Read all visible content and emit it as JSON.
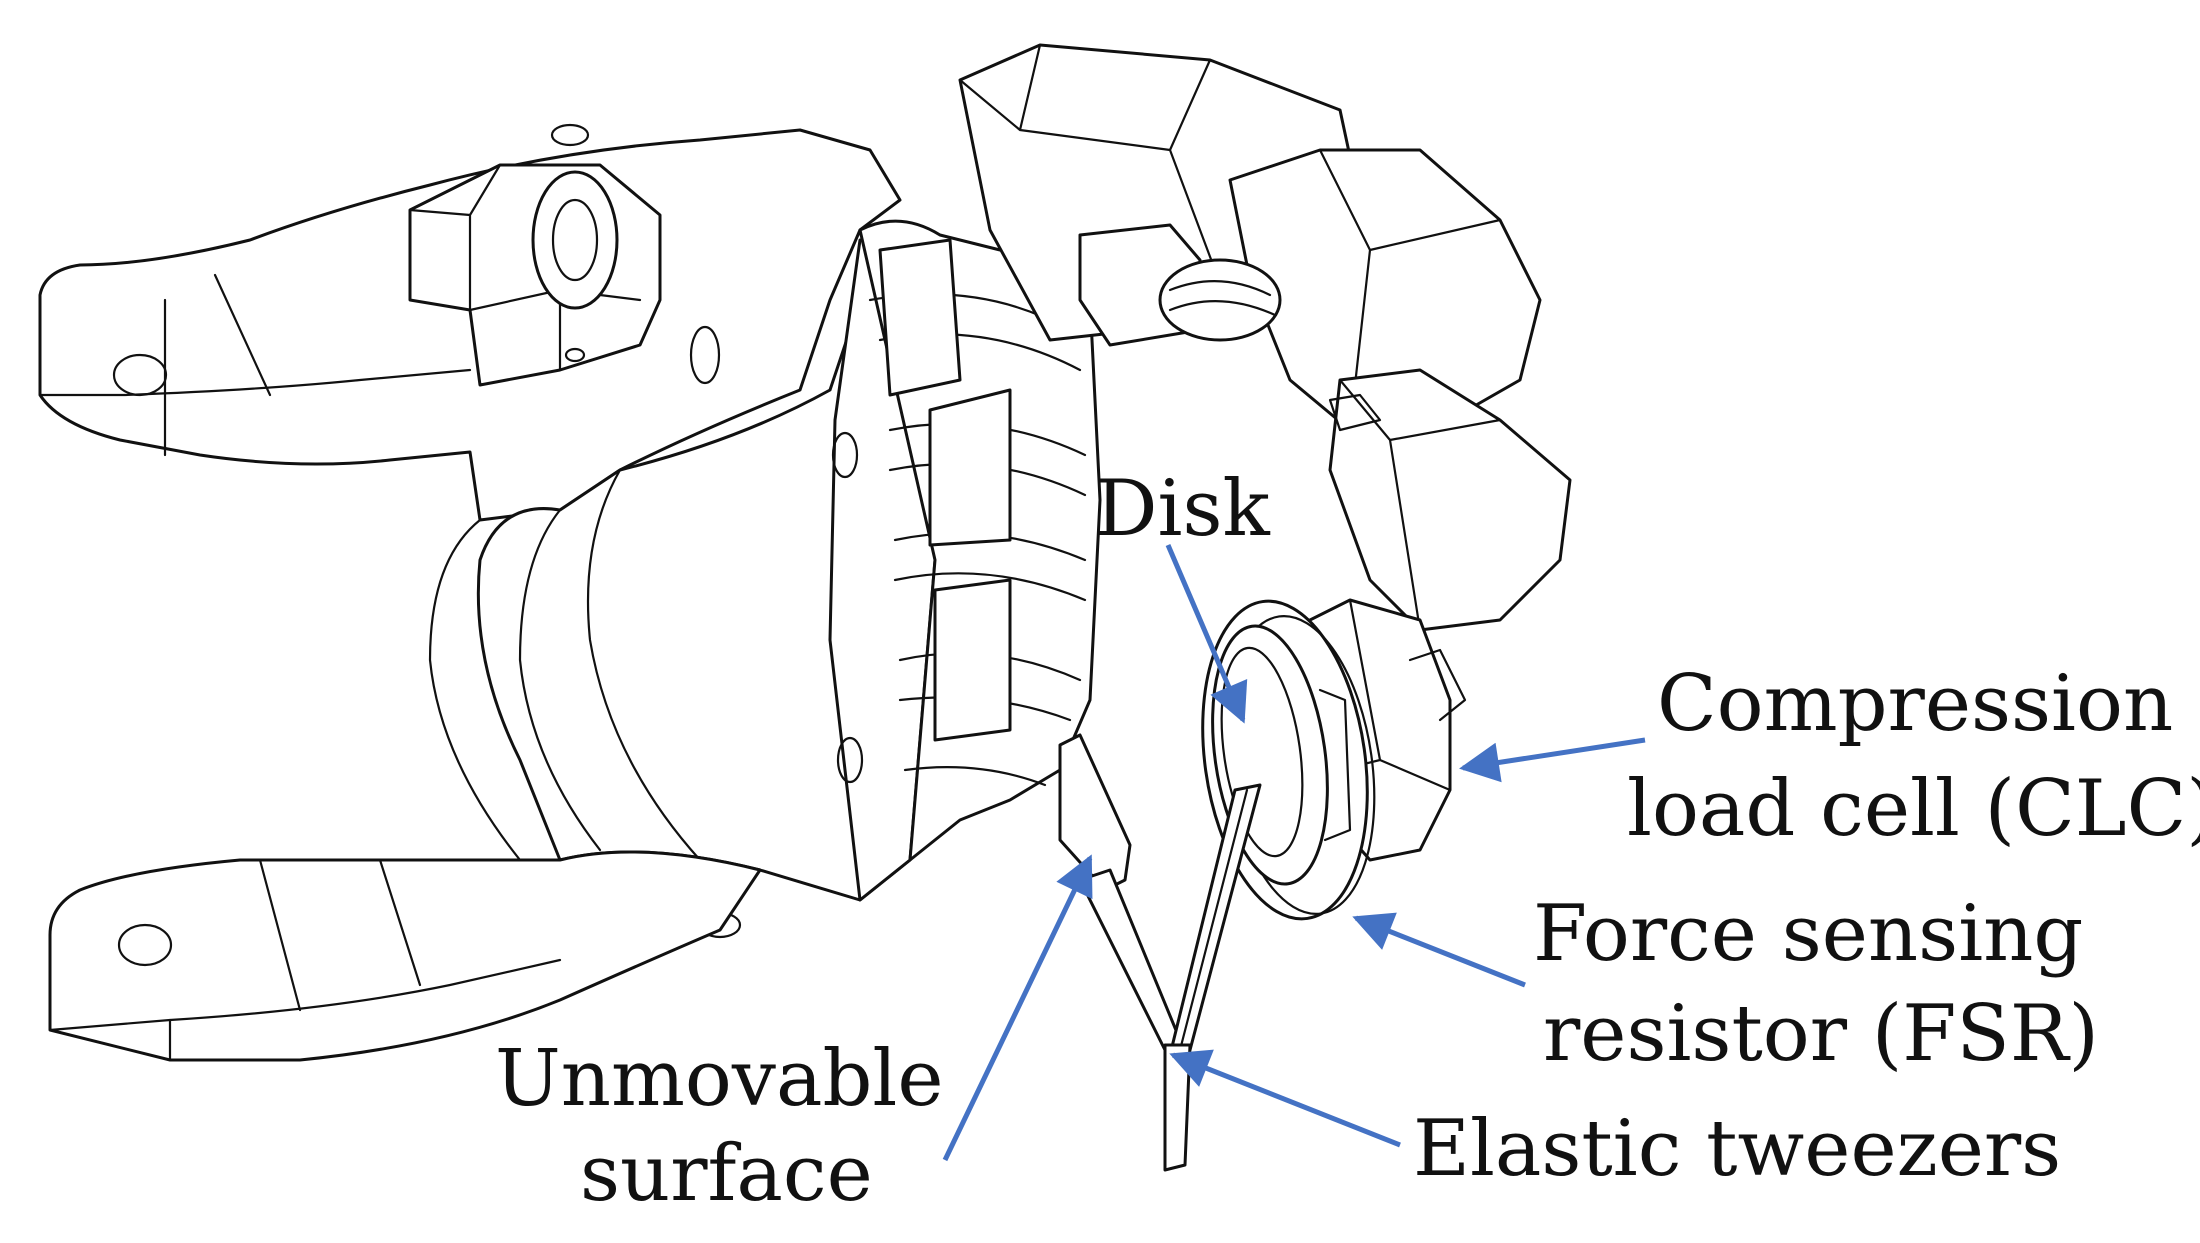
{
  "labels": {
    "disk": "Disk",
    "clc_line1": "Compression",
    "clc_line2": "load cell (CLC)",
    "fsr_line1": "Force sensing",
    "fsr_line2": "resistor (FSR)",
    "unmovable_line1": "Unmovable",
    "unmovable_line2": "surface",
    "tweezers": "Elastic tweezers"
  },
  "colors": {
    "arrow": "#4472c4",
    "line_art": "#111111",
    "background": "#ffffff"
  }
}
